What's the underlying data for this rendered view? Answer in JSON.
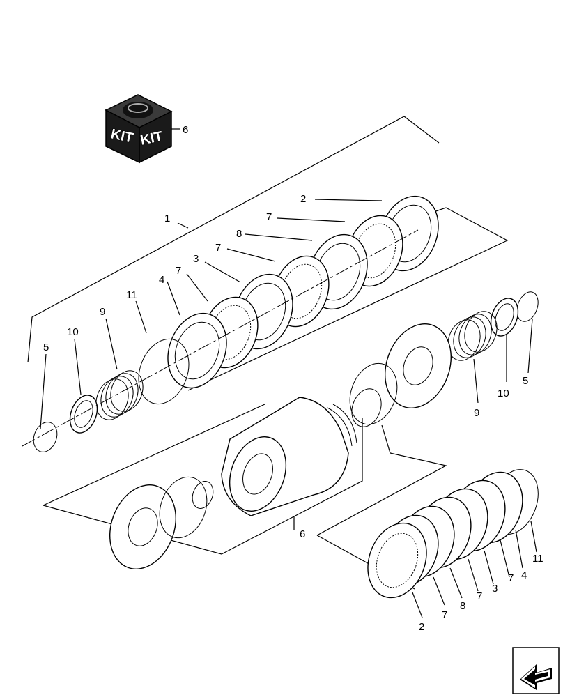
{
  "labels": {
    "kit_callout": "6",
    "assembly_top": "1",
    "assembly_bottom": "6",
    "upper_stack": {
      "plate_2": "2",
      "friction_7a": "7",
      "plate_8": "8",
      "friction_7b": "7",
      "plate_3": "3",
      "friction_7c": "7",
      "plate_4": "4",
      "snap_ring_11": "11",
      "spring_9": "9",
      "washer_10": "10",
      "retaining_ring_5": "5"
    },
    "right_side": {
      "retaining_ring_5": "5",
      "washer_10": "10",
      "spring_9": "9"
    },
    "lower_stack": {
      "snap_ring_11": "11",
      "plate_4": "4",
      "friction_7a": "7",
      "plate_3": "3",
      "friction_7b": "7",
      "plate_8": "8",
      "friction_7c": "7",
      "plate_2": "2"
    }
  },
  "kit_box": {
    "left_face": "KIT",
    "right_face": "KIT"
  },
  "icons": {
    "kit": "kit-box-icon",
    "nav": "next-page-arrow-icon"
  }
}
